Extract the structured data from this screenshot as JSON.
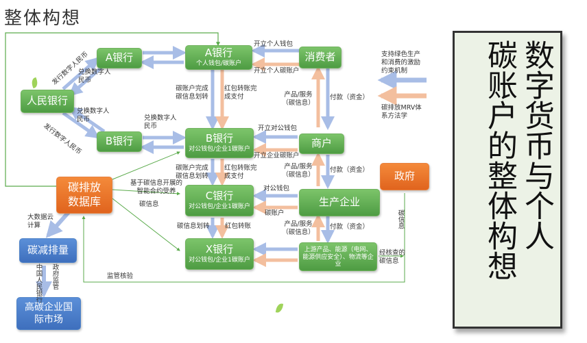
{
  "title": "整体构想",
  "nodes": {
    "a_bank": "A银行",
    "b_bank": "B银行",
    "pboc": "人民银行",
    "a_bank2": {
      "name": "A银行",
      "sub": "个人钱包/碳账户"
    },
    "b_bank2": {
      "name": "B银行",
      "sub": "对公钱包/企业1碳账户"
    },
    "c_bank": {
      "name": "C银行",
      "sub": "对公钱包/企业1碳账户"
    },
    "x_bank": {
      "name": "X银行",
      "sub": "对公钱包/企业1碳账户"
    },
    "consumer": "消费者",
    "merchant": "商户",
    "producer": "生产企业",
    "upstream": "上游产品、能源（电网、能源供应安全）、物流等企业",
    "government": "政府",
    "carbon_db": "碳排放数据库",
    "carbon_reduction": "碳减排量",
    "market": "高碳企业国际市场"
  },
  "labels": {
    "issue_rmb": "发行数字人民币",
    "exchange_rmb": "兑换数字人民币",
    "open_personal_wallet": "开立个人钱包",
    "open_personal_carbon": "开立个人碳账户",
    "carbon_account_transfer": "碳账户完成碳信息划转",
    "red_packet": "红包转账完成支付",
    "product_service": "产品/服务（碳信息）",
    "payment": "付款（资金）",
    "open_corp_wallet": "开立对公钱包",
    "open_corp_carbon": "开立企业碳账户",
    "smart_contract": "基于碳信息开展的智能合约受养",
    "carbon_info": "碳信息",
    "corp_wallet": "对公钱包",
    "carbon_account": "碳账户",
    "carbon_info_transfer": "碳信息划转",
    "red_packet_short": "红包转账",
    "big_data": "大数据云计算",
    "pboc_vertical": "中国人民银行",
    "gov_supervision": "政府监管",
    "supervision_check": "监管核验",
    "verified_carbon": "经核查的碳信息",
    "gov_carbon_info": "碳信息"
  },
  "legend": {
    "blue_arrow": "支持绿色生产和消费的激励约束机制",
    "orange_arrow": "碳排放MRV体系方法学"
  },
  "panel": {
    "line1": "数字货币与个人",
    "line2": "碳账户的整体构想"
  },
  "colors": {
    "green": "#5aaa4b",
    "orange": "#ee7430",
    "blue": "#4a7cc7",
    "arrow_blue": "#a8bde6",
    "arrow_orange": "#f3bf9e"
  }
}
